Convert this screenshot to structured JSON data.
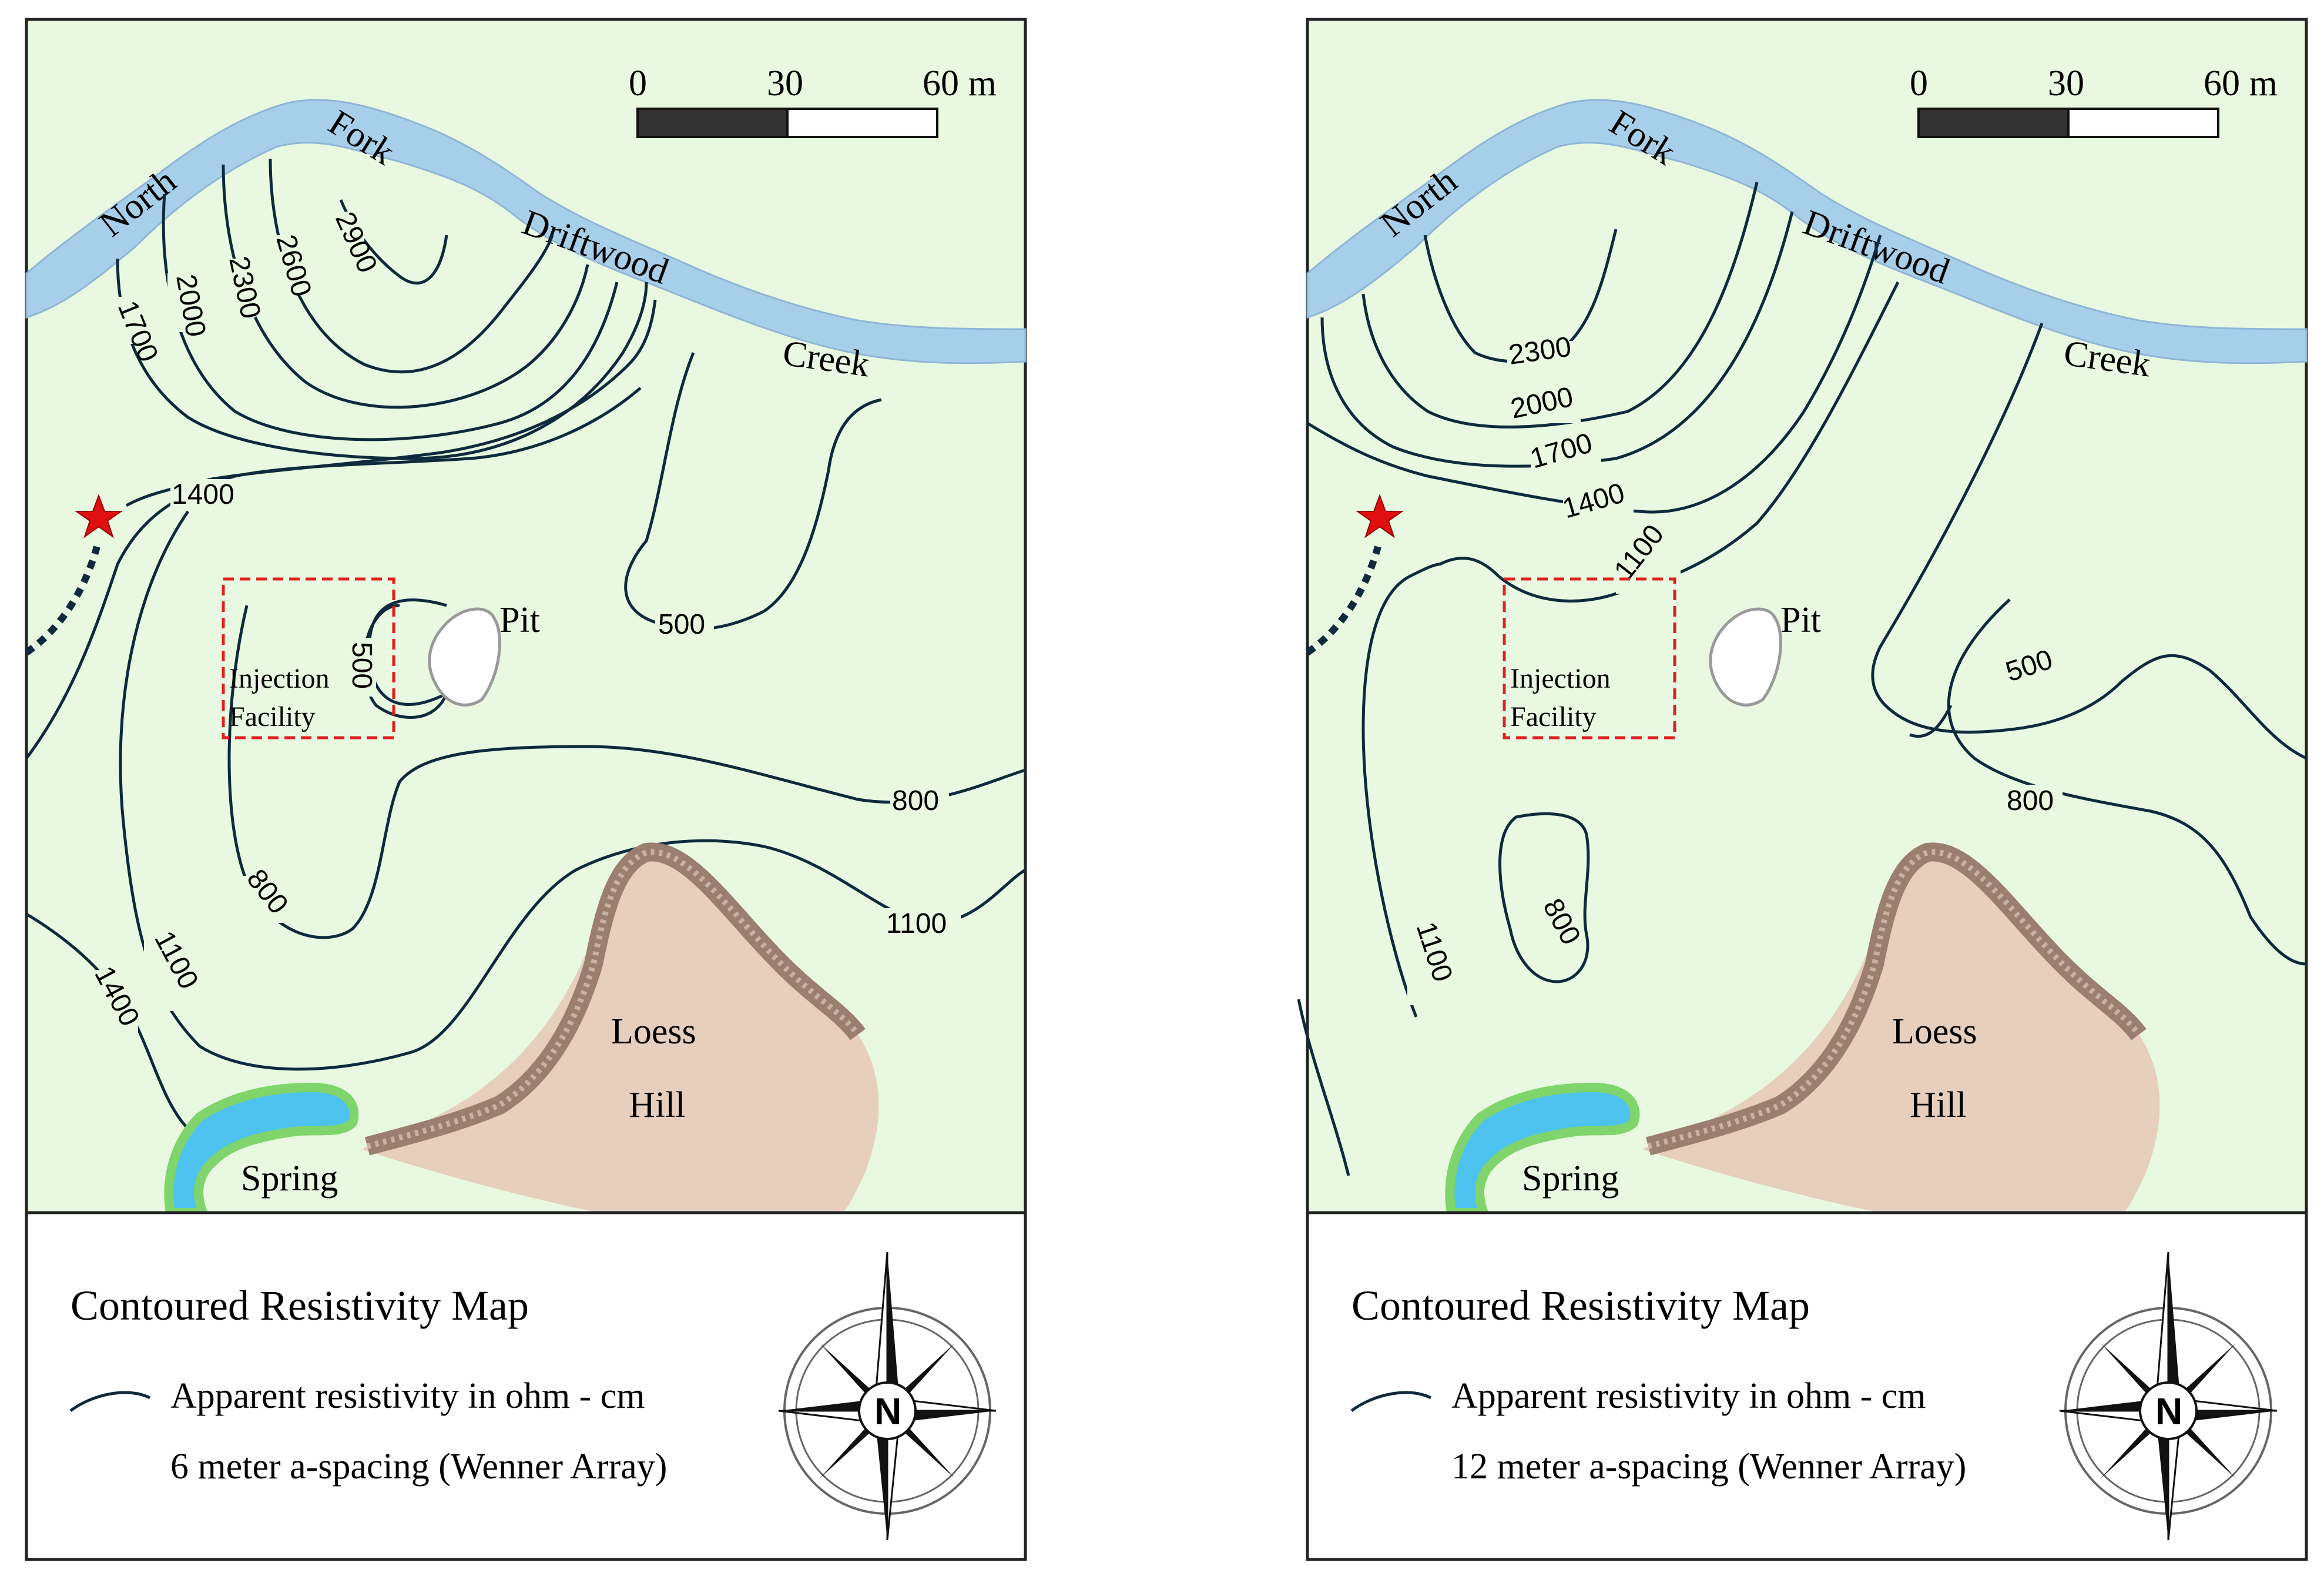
{
  "panels": [
    {
      "river": {
        "words": [
          "North",
          "Fork",
          "Driftwood",
          "Creek"
        ]
      },
      "scale": {
        "ticks": [
          "0",
          "30",
          "60 m"
        ]
      },
      "features": {
        "pit": "Pit",
        "facility_line1": "Injection",
        "facility_line2": "Facility",
        "spring": "Spring",
        "hill_line1": "Loess",
        "hill_line2": "Hill"
      },
      "contour_labels": [
        "1700",
        "2000",
        "2300",
        "2600",
        "2900",
        "1400",
        "500",
        "500",
        "800",
        "800",
        "1100",
        "1100",
        "1400"
      ],
      "legend": {
        "title": "Contoured Resistivity  Map",
        "line_label": "Apparent  resistivity in ohm  - cm",
        "spacing": "6 meter  a-spacing (Wenner Array)"
      },
      "compass": {
        "letter": "N"
      }
    },
    {
      "river": {
        "words": [
          "North",
          "Fork",
          "Driftwood",
          "Creek"
        ]
      },
      "scale": {
        "ticks": [
          "0",
          "30",
          "60 m"
        ]
      },
      "features": {
        "pit": "Pit",
        "facility_line1": "Injection",
        "facility_line2": "Facility",
        "spring": "Spring",
        "hill_line1": "Loess",
        "hill_line2": "Hill"
      },
      "contour_labels": [
        "2300",
        "2000",
        "1700",
        "1400",
        "1100",
        "500",
        "800",
        "800",
        "1100"
      ],
      "legend": {
        "title": "Contoured Resistivity  Map",
        "line_label": "Apparent  resistivity in ohm  - cm",
        "spacing": "12 meter  a-spacing (Wenner Array)"
      },
      "compass": {
        "letter": "N"
      }
    }
  ],
  "colors": {
    "map_background": "#e9f9e1",
    "river": "#a7cfe9",
    "spring_water": "#4fc3ef",
    "spring_rim": "#7fd46b",
    "hill": "#e6cfbd",
    "contour": "#0e2a3c",
    "facility_box": "#e02020",
    "star": "#e01010"
  }
}
